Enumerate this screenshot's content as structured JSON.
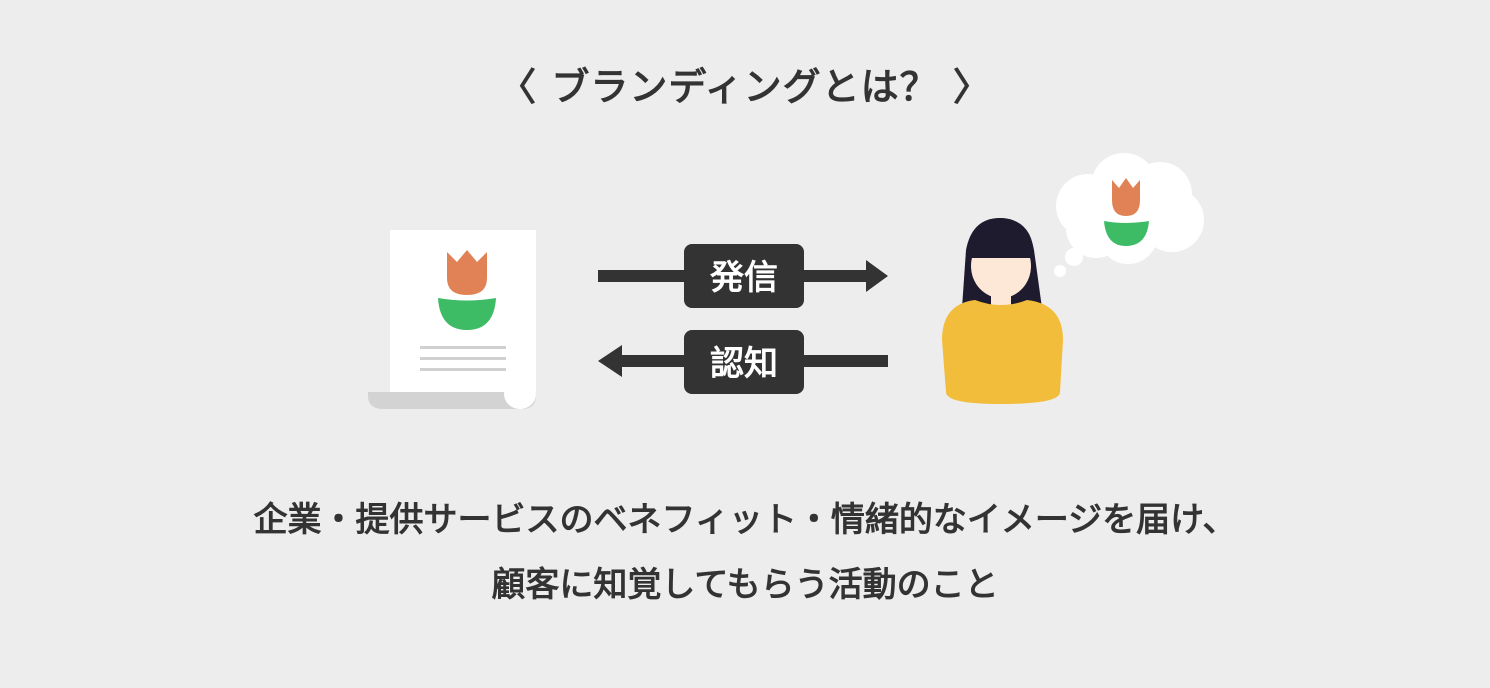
{
  "title": "〈 ブランディングとは？ 〉",
  "arrows": {
    "send_label": "発信",
    "recognize_label": "認知"
  },
  "description": {
    "line1": "企業・提供サービスのベネフィット・情緒的なイメージを届け、",
    "line2": "顧客に知覚してもらう活動のこと"
  },
  "colors": {
    "background": "#ededed",
    "text": "#333333",
    "arrow": "#333333",
    "label_box": "#333333",
    "label_text": "#ffffff",
    "tulip_petal": "#e08255",
    "tulip_leaf": "#3dbb65",
    "paper": "#ffffff",
    "paper_shadow": "#d3d3d3",
    "document_lines": "#d0d0d0",
    "person_hair": "#1f1b2e",
    "person_skin": "#fde8d8",
    "person_shirt": "#f3bd3c",
    "thought_bubble": "#ffffff"
  },
  "icons": {
    "document": "document-with-tulip-icon",
    "person": "person-icon",
    "thought": "thought-bubble-tulip-icon"
  }
}
